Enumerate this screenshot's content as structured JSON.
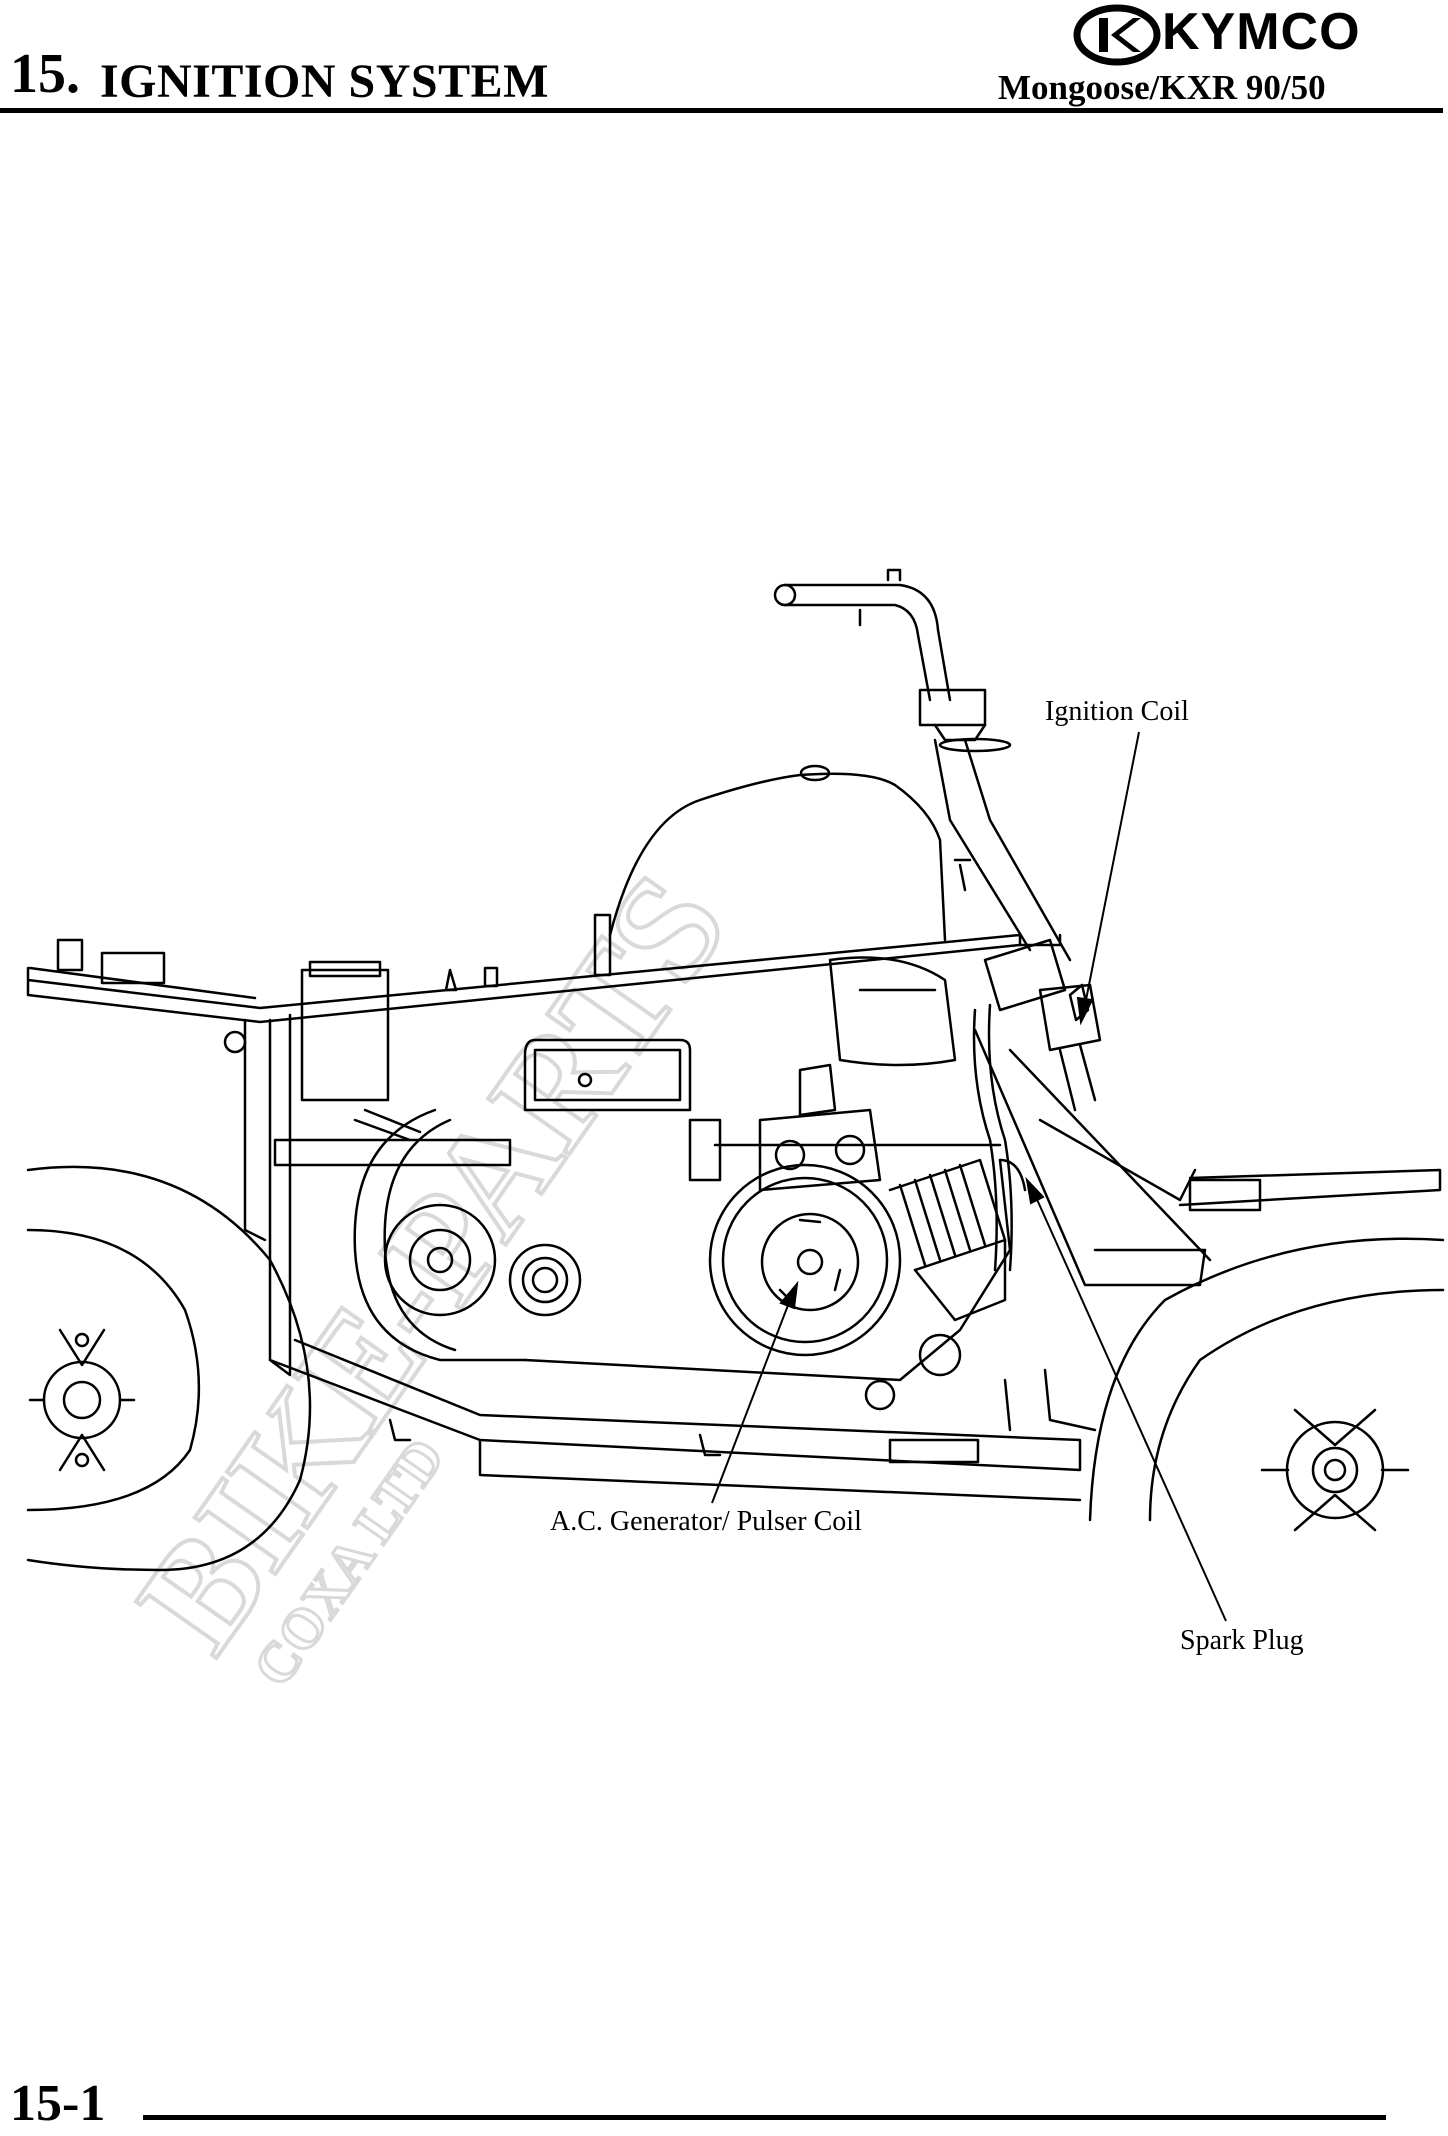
{
  "header": {
    "chapter_number": "15.",
    "chapter_title": "IGNITION SYSTEM",
    "model": "Mongoose/KXR 90/50",
    "brand": "KYMCO"
  },
  "figure": {
    "callouts": {
      "ignition_coil": "Ignition Coil",
      "generator": "A.C. Generator/ Pulser Coil",
      "spark_plug": "Spark Plug"
    },
    "watermark": {
      "main": "BIKE-PARTS",
      "sub": "COXA LTD"
    }
  },
  "footer": {
    "page_number": "15-1"
  }
}
